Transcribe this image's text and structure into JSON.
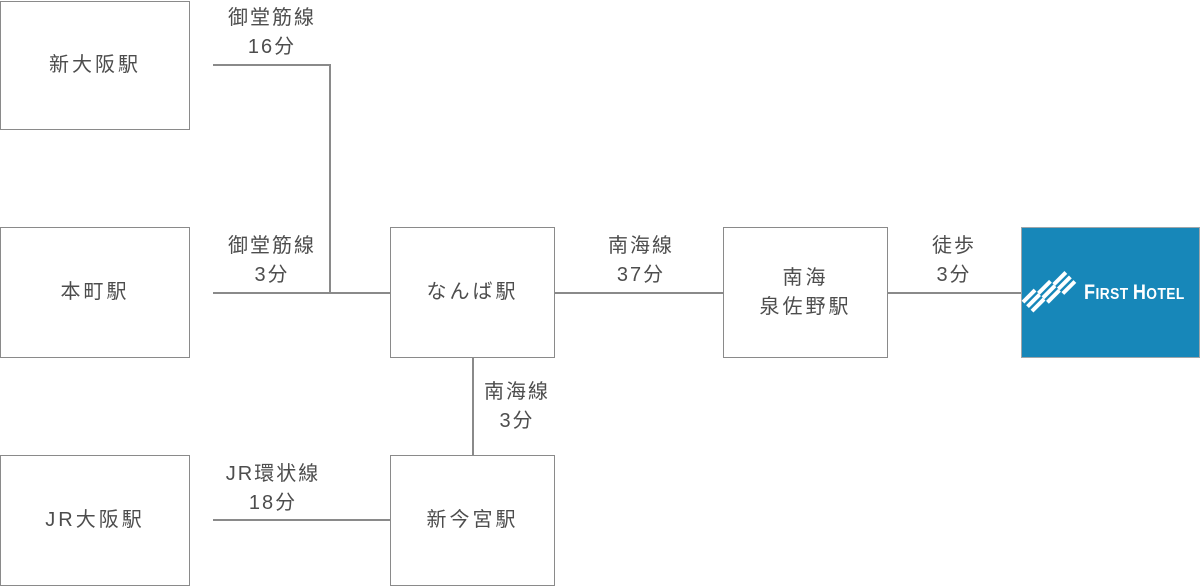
{
  "colors": {
    "brand_blue": "#1787b9",
    "line_gray": "#8a8a8a",
    "text_gray": "#4d4d4d",
    "logo_white": "#ffffff"
  },
  "diagram": {
    "stations": [
      {
        "name": "新大阪駅"
      },
      {
        "name": "本町駅"
      },
      {
        "name": "JR大阪駅"
      },
      {
        "name": "なんば駅"
      },
      {
        "name": "新今宮駅"
      },
      {
        "name_line1": "南海",
        "name_line2": "泉佐野駅"
      }
    ],
    "routes": [
      {
        "line": "御堂筋線",
        "duration": "16分"
      },
      {
        "line": "御堂筋線",
        "duration": "3分"
      },
      {
        "line": "南海線",
        "duration": "37分"
      },
      {
        "line": "徒歩",
        "duration": "3分"
      },
      {
        "line": "南海線",
        "duration": "3分"
      },
      {
        "line": "JR環状線",
        "duration": "18分"
      }
    ],
    "hotel": {
      "brand_word1": "FIRST",
      "brand_word2": "HOTEL"
    }
  }
}
